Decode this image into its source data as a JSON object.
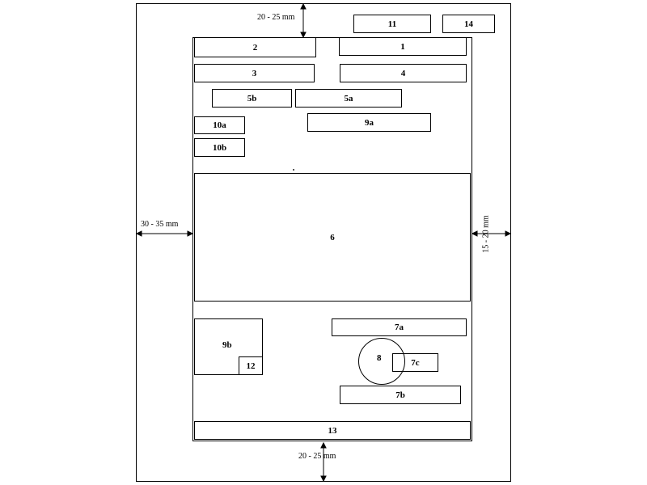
{
  "boxes": {
    "b1": "1",
    "b2": "2",
    "b3": "3",
    "b4": "4",
    "b5a": "5a",
    "b5b": "5b",
    "b6": "6",
    "b7a": "7a",
    "b7b": "7b",
    "b7c": "7c",
    "b8": "8",
    "b9a": "9a",
    "b9b": "9b",
    "b10a": "10a",
    "b10b": "10b",
    "b11": "11",
    "b12": "12",
    "b13": "13",
    "b14": "14"
  },
  "margins": {
    "top": "20 - 25 mm",
    "bottom": "20 - 25 mm",
    "left": "30 - 35 mm",
    "right": "15 - 20 mm"
  }
}
